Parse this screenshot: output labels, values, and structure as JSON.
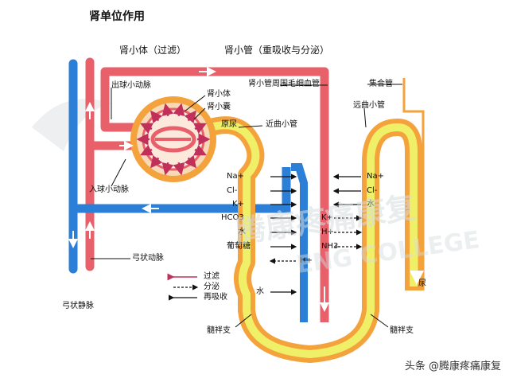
{
  "title": "肾单位作用",
  "subtitle_corpuscle": "肾小体（过滤）",
  "subtitle_tubule": "肾小管（重吸收与分泌）",
  "labels": {
    "efferent": "出球小动脉",
    "corpuscle": "肾小体",
    "capsule": "肾小囊",
    "primary_urine": "原尿",
    "afferent": "入球小动脉",
    "arcuate_artery": "弓状动脉",
    "arcuate_vein": "弓状静脉",
    "peritubular": "肾小管周围毛细血管",
    "proximal": "近曲小管",
    "collecting": "集合管",
    "distal": "远曲小管",
    "urine": "尿",
    "loop_left": "髓袢支",
    "loop_right": "髓袢支"
  },
  "reabsorb_left": [
    "Na+",
    "Cl-",
    "K+",
    "HCO3",
    "水",
    "葡萄糖"
  ],
  "secrete_left": [
    "H+"
  ],
  "water_loop": "水",
  "reabsorb_right": [
    "Na+",
    "Cl-",
    "水"
  ],
  "secrete_right": [
    "K+",
    "H+",
    "NH3"
  ],
  "legend": {
    "filtration": "过滤",
    "secretion": "分泌",
    "reabsorption": "再吸收"
  },
  "watermark": "腾康疼痛康复",
  "watermark_en": "ENG COLLEGE",
  "footer": "头条 @腾康疼痛康复",
  "colors": {
    "artery": "#e8606a",
    "vein": "#2b7fd6",
    "tubule": "#f4a23c",
    "filtrate": "#f0f068",
    "filter_arrow": "#c0305a"
  }
}
